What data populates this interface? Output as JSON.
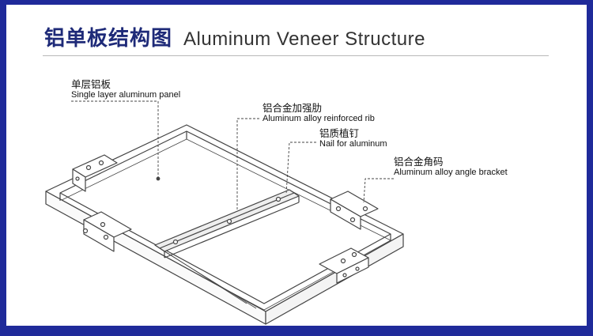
{
  "title": {
    "cn": "铝单板结构图",
    "en": "Aluminum Veneer  Structure"
  },
  "callouts": {
    "panel": {
      "cn": "单层铝板",
      "en": "Single layer aluminum panel"
    },
    "rib": {
      "cn": "铝合金加强肋",
      "en": "Aluminum alloy reinforced rib"
    },
    "nail": {
      "cn": "铝质植钉",
      "en": "Nail for aluminum"
    },
    "bracket": {
      "cn": "铝合金角码",
      "en": "Aluminum alloy angle bracket"
    }
  },
  "colors": {
    "border": "#1f2a9a",
    "title_cn": "#1e2a78",
    "line": "#444444"
  }
}
